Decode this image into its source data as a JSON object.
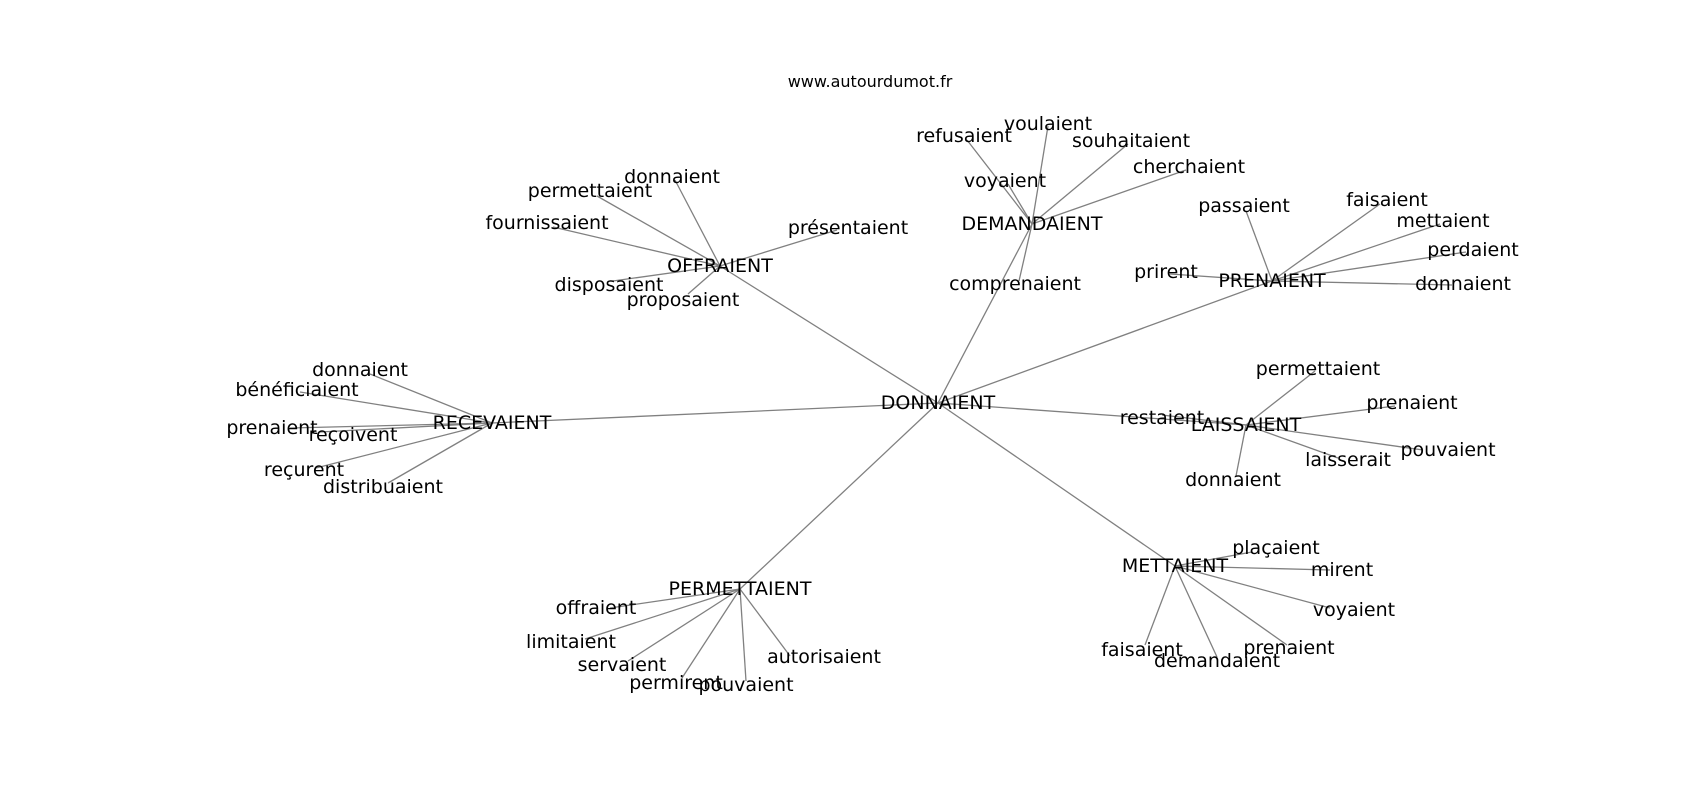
{
  "site_label": "www.autourdumot.fr",
  "center": "DONNAIENT",
  "clusters": [
    {
      "hub": "OFFRAIENT",
      "leaves": [
        "donnaient",
        "permettaient",
        "fournissaient",
        "présentaient",
        "disposaient",
        "proposaient"
      ]
    },
    {
      "hub": "DEMANDAIENT",
      "leaves": [
        "refusaient",
        "voulaient",
        "souhaitaient",
        "voyaient",
        "cherchaient",
        "comprenaient"
      ]
    },
    {
      "hub": "PRENAIENT",
      "leaves": [
        "passaient",
        "faisaient",
        "mettaient",
        "perdaient",
        "prirent",
        "donnaient"
      ]
    },
    {
      "hub": "RECEVAIENT",
      "leaves": [
        "donnaient",
        "bénéficiaient",
        "prenaient",
        "reçoivent",
        "reçurent",
        "distribuaient"
      ]
    },
    {
      "hub": "LAISSAIENT",
      "leaves": [
        "restaient",
        "permettaient",
        "prenaient",
        "pouvaient",
        "laisserait",
        "donnaient"
      ]
    },
    {
      "hub": "PERMETTAIENT",
      "leaves": [
        "offraient",
        "limitaient",
        "servaient",
        "permirent",
        "pouvaient",
        "autorisaient"
      ]
    },
    {
      "hub": "METTAIENT",
      "leaves": [
        "plaçaient",
        "mirent",
        "voyaient",
        "faisaient",
        "demandaient",
        "prenaient"
      ]
    }
  ]
}
